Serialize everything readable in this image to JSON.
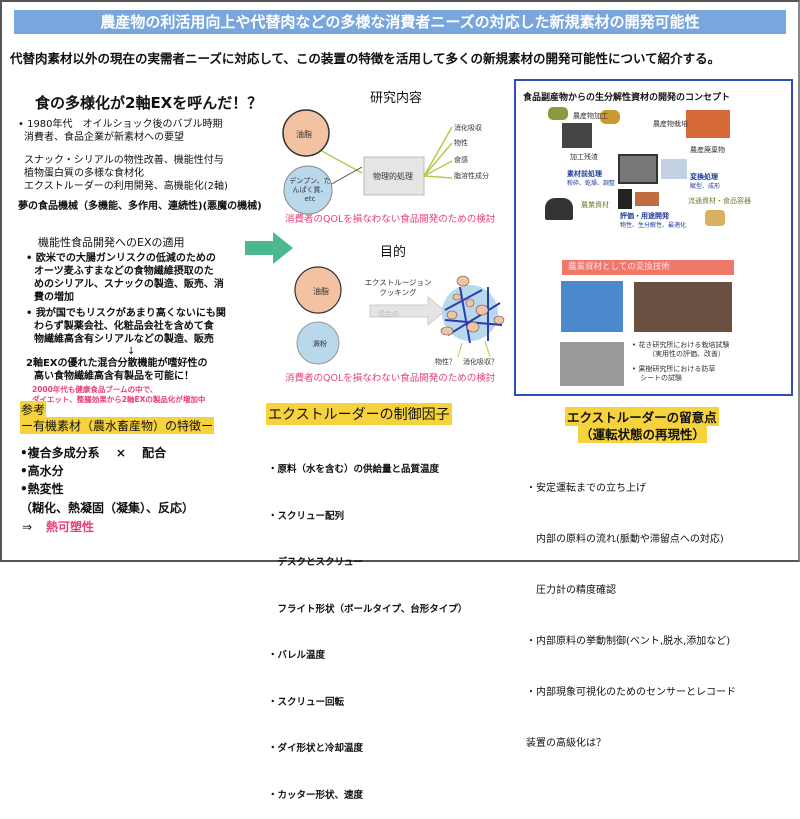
{
  "title": "農産物の利活用向上や代替肉などの多様な消費者ニーズの対応した新規素材の開発可能性",
  "lead": "代替肉素材以外の現在の実需者ニーズに対応して、この装置の特徴を活用して多くの新規素材の開発可能性について紹介する。",
  "history": {
    "heading": "食の多様化が2軸EXを呼んだ！？",
    "lines": [
      "• 1980年代　オイルショック後のバブル時期",
      "消費者、食品企業が新素材への要望",
      "スナック・シリアルの物性改善、機能性付与",
      "植物蛋白質の多様な食材化",
      "エクストルーダーの利用開発、高機能化(2軸)"
    ],
    "dream": "夢の食品機械（多機能、多作用、連続性)(悪魔の機械)"
  },
  "functional": {
    "heading": "機能性食品開発へのEXの適用",
    "bullet1": [
      "• 欧米での大腸ガンリスクの低減のための",
      "オーツ麦ふすまなどの食物繊維摂取のた",
      "めのシリアル、スナックの製造、販売、消",
      "費の増加"
    ],
    "bullet2": [
      "• 我が国でもリスクがあまり高くないにも関",
      "わらず製薬会社、化粧品会社を含めて食",
      "物繊維高含有シリアルなどの製造、販売"
    ],
    "arrow": "↓",
    "conclusion": [
      "2軸EXの優れた混合分散機能が嗜好性の",
      "高い食物繊維高含有製品を可能に！"
    ],
    "note": [
      "2000年代も健康食品ブームの中で、",
      "ダイエット、整腸効果から2軸EXの製品化が増加中"
    ]
  },
  "research": {
    "heading": "研究内容",
    "oil": "油脂",
    "starch": "デンプン、たんぱく質、etc",
    "process": "物理的処理",
    "outputs": [
      "消化吸収",
      "物性",
      "食感",
      "脂溶性成分"
    ],
    "caption": "消費者のQOLを損なわない食品開発のための検討"
  },
  "purpose": {
    "heading": "目的",
    "oil": "油脂",
    "flour": "澱粉",
    "method": "エクストルージョン\nクッキング",
    "arrow_label": "混合の",
    "questions": [
      "物性？",
      "消化吸収？"
    ],
    "caption": "消費者のQOLを損なわない食品開発のための検討"
  },
  "concept": {
    "heading": "食品副産物からの生分解性資材の開発のコンセプト",
    "labels": {
      "agri_processing": "農産物加工",
      "agri_cultivation": "農産物栽培",
      "processing_residue": "加工残渣",
      "agri_waste": "農産廃棄物",
      "pretreatment": "素材前処理",
      "pretreatment_sub": "粉砕、乾燥、調整",
      "conversion": "変換処理",
      "conversion_sub": "賦型、成形",
      "agri_material": "農業資材",
      "evaluation": "評価・用途開発",
      "evaluation_sub": "物性、生分解性、最適化",
      "distribution": "流通資材・食品容器"
    },
    "banner": "農業資材としての変換技術",
    "notes": [
      "• 花き研究所における栽培試験",
      "（実用性の評価、改善）",
      "• 果樹研究所における防草",
      "シートの試験"
    ],
    "banner_color": "#f07868",
    "border_color": "#2f4fb8"
  },
  "reference": {
    "label": "参考",
    "heading": "ー有機素材（農水畜産物）の特徴ー",
    "items": [
      "•複合多成分系　 ×　 配合",
      "•高水分",
      "•熱変性",
      "（糊化、熱凝固（凝集）、反応）"
    ],
    "result_arrow": "⇒",
    "result": "熱可塑性"
  },
  "factors": {
    "heading": "エクストルーダーの制御因子",
    "items": [
      "・原料（水を含む）の供給量と品質温度",
      "・スクリュー配列",
      "　デスクとスクリュー",
      "　フライト形状（ボールタイプ、台形タイプ）",
      "・バレル温度",
      "・スクリュー回転",
      "・ダイ形状と冷却温度",
      "・カッター形状、速度"
    ]
  },
  "cautions": {
    "heading1": "エクストルーダーの留意点",
    "heading2": "（運転状態の再現性）",
    "items": [
      "・安定運転までの立ち上げ",
      "　内部の原料の流れ(脈動や滞留点への対応)",
      "　圧力計の精度確認",
      "・内部原料の挙動制御(ベント,脱水,添加など)",
      "・内部現象可視化のためのセンサーとレコード",
      "装置の高級化は？"
    ]
  },
  "colors": {
    "title_bar": "#79a6dc",
    "highlight": "#f6d33c",
    "accent_pink": "#e8407a",
    "arrow_green": "#4cb88e"
  }
}
